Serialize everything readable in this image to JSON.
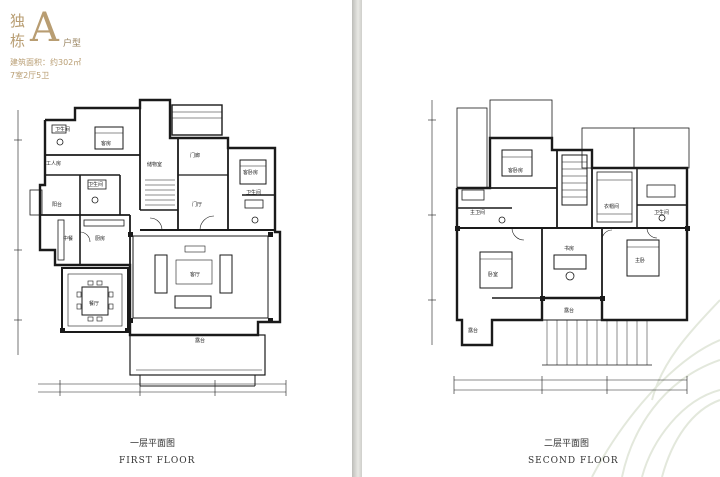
{
  "header": {
    "char1": "独",
    "char2": "栋",
    "letter": "A",
    "type_label": "户型",
    "area_text": "建筑面积：约302㎡",
    "rooms_text": "7室2厅5卫"
  },
  "first_floor": {
    "caption_cn": "一层平面图",
    "caption_en": "FIRST FLOOR",
    "rooms": {
      "bath_top": "卫生间",
      "bedroom": "客房",
      "storage": "储物室",
      "entry": "门廊",
      "guest_bedroom": "客卧房",
      "maid": "工人房",
      "bath_mid": "卫生间",
      "bath_right": "卫生间",
      "balcony": "阳台",
      "foyer": "门厅",
      "dining_left": "中餐",
      "kitchen": "厨房",
      "living": "客厅",
      "dining": "餐厅",
      "terrace": "露台"
    }
  },
  "second_floor": {
    "caption_cn": "二层平面图",
    "caption_en": "SECOND FLOOR",
    "rooms": {
      "guest_bedroom": "客卧房",
      "bath_left": "主卫间",
      "closet": "衣帽间",
      "bath_right": "卫生间",
      "study": "书房",
      "master": "主卧",
      "bedroom_left": "卧室",
      "balcony": "露台",
      "terrace": "露台"
    }
  },
  "colors": {
    "accent": "#b89d72",
    "line": "#1a1a1a",
    "page": "#ffffff",
    "gutter": "#d9d9d6"
  }
}
